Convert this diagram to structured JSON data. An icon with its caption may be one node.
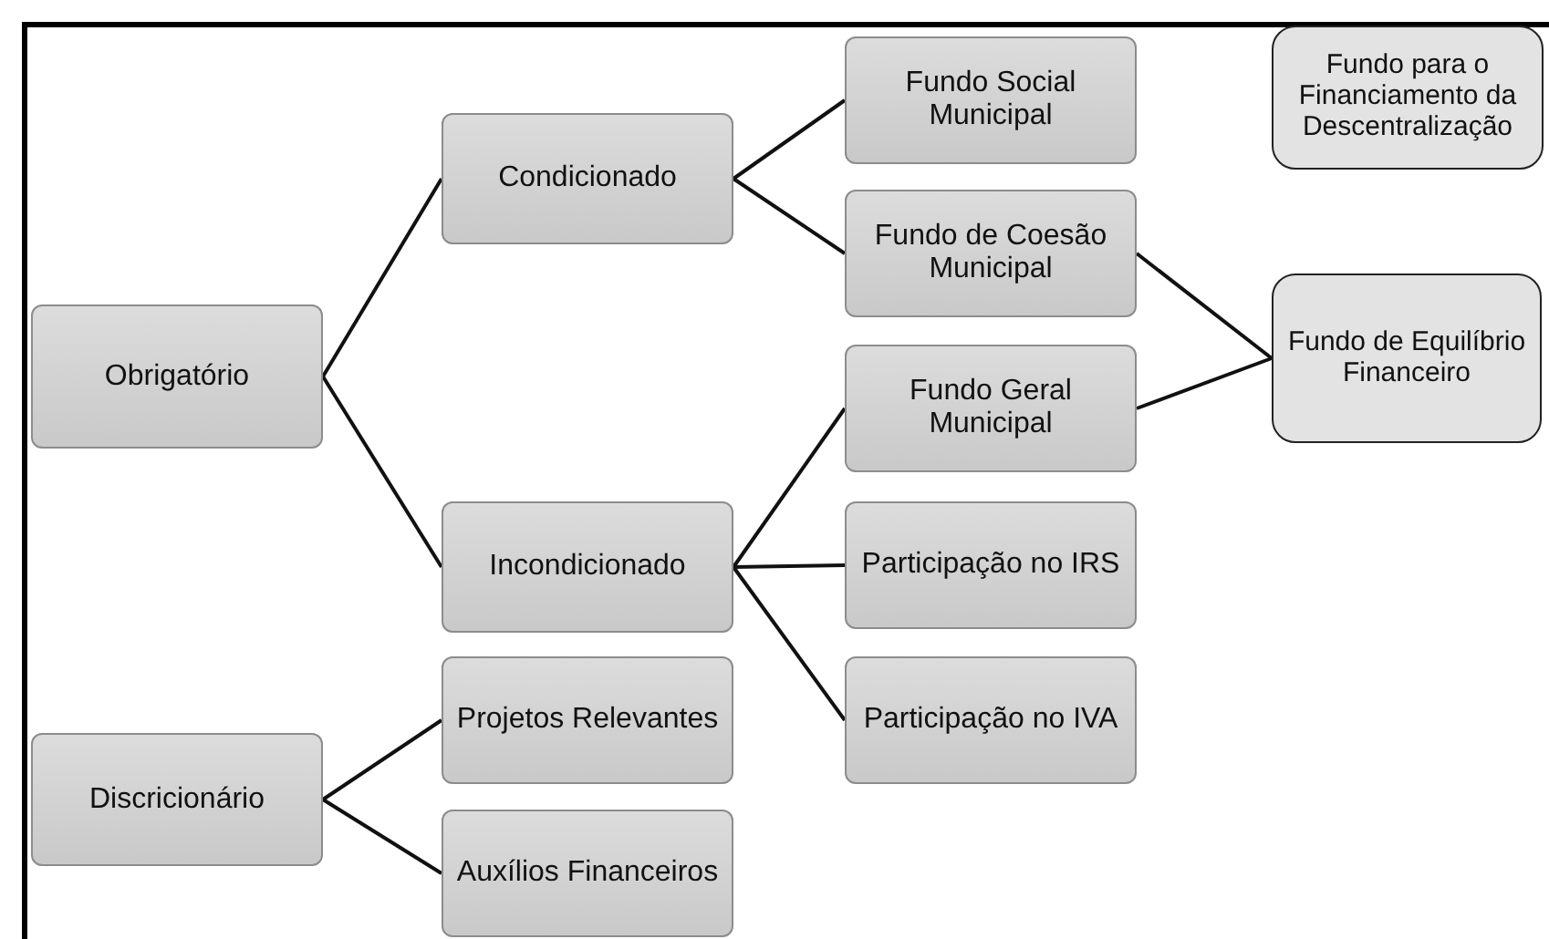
{
  "diagram": {
    "nodes": [
      {
        "text": [
          "Obrigatório"
        ]
      },
      {
        "text": [
          "Condicionado"
        ]
      },
      {
        "text": [
          "Incondicionado"
        ]
      },
      {
        "text": [
          "Fundo Social Municipal"
        ]
      },
      {
        "text": [
          "Fundo de Coesão Municipal"
        ]
      },
      {
        "text": [
          "Fundo Geral Municipal"
        ]
      },
      {
        "text": [
          "Participação no IRS"
        ]
      },
      {
        "text": [
          "Participação no IVA"
        ]
      },
      {
        "text": [
          "Discricionário"
        ]
      },
      {
        "text": [
          "Projetos Relevantes"
        ]
      },
      {
        "text": [
          "Auxílios Financeiros"
        ]
      },
      {
        "text": [
          "Fundo para o Financiamento da Descentralização"
        ]
      },
      {
        "text": [
          "Fundo de Equilíbrio Financeiro"
        ]
      }
    ],
    "edges": [
      {
        "from": 0,
        "to": 1,
        "arrow": "none"
      },
      {
        "from": 0,
        "to": 2,
        "arrow": "none"
      },
      {
        "from": 1,
        "to": 3,
        "arrow": "none"
      },
      {
        "from": 1,
        "to": 4,
        "arrow": "none"
      },
      {
        "from": 2,
        "to": 5,
        "arrow": "none"
      },
      {
        "from": 2,
        "to": 6,
        "arrow": "none"
      },
      {
        "from": 2,
        "to": 7,
        "arrow": "none"
      },
      {
        "from": 8,
        "to": 9,
        "arrow": "none"
      },
      {
        "from": 8,
        "to": 10,
        "arrow": "none"
      },
      {
        "from": 4,
        "to": 12,
        "arrow": "none"
      },
      {
        "from": 5,
        "to": 12,
        "arrow": "none"
      }
    ]
  }
}
